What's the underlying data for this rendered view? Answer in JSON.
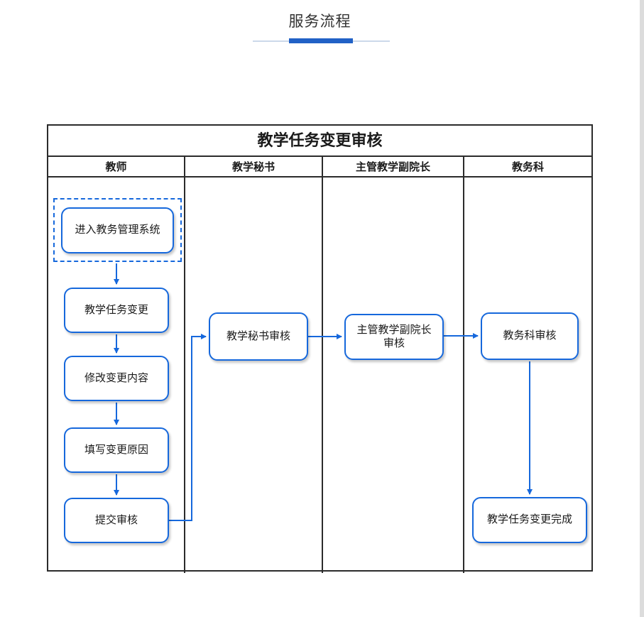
{
  "page": {
    "title": "服务流程"
  },
  "colors": {
    "accent_blue": "#1668dc",
    "underline_bar_blue": "#2161c6",
    "underline_track": "#ccd9ea",
    "frame_border": "#2b2b2b",
    "text": "#1a1a1a"
  },
  "flowchart": {
    "title": "教学任务变更审核",
    "lanes": [
      {
        "label": "教师"
      },
      {
        "label": "教学秘书"
      },
      {
        "label": "主管教学副院长"
      },
      {
        "label": "教务科"
      }
    ],
    "nodes": [
      {
        "id": "enter-system",
        "lane": "教师",
        "label": "进入教务管理系统",
        "style": "dashed-start"
      },
      {
        "id": "teaching-task-change",
        "lane": "教师",
        "label": "教学任务变更"
      },
      {
        "id": "modify-change-content",
        "lane": "教师",
        "label": "修改变更内容"
      },
      {
        "id": "fill-change-reason",
        "lane": "教师",
        "label": "填写变更原因"
      },
      {
        "id": "submit-review",
        "lane": "教师",
        "label": "提交审核"
      },
      {
        "id": "secretary-review",
        "lane": "教学秘书",
        "label": "教学秘书审核"
      },
      {
        "id": "vice-dean-review",
        "lane": "主管教学副院长",
        "label": "主管教学副院长\n审核"
      },
      {
        "id": "academic-affairs-review",
        "lane": "教务科",
        "label": "教务科审核"
      },
      {
        "id": "change-complete",
        "lane": "教务科",
        "label": "教学任务变更完成"
      }
    ],
    "edges": [
      {
        "from": "enter-system",
        "to": "teaching-task-change"
      },
      {
        "from": "teaching-task-change",
        "to": "modify-change-content"
      },
      {
        "from": "modify-change-content",
        "to": "fill-change-reason"
      },
      {
        "from": "fill-change-reason",
        "to": "submit-review"
      },
      {
        "from": "submit-review",
        "to": "secretary-review"
      },
      {
        "from": "secretary-review",
        "to": "vice-dean-review"
      },
      {
        "from": "vice-dean-review",
        "to": "academic-affairs-review"
      },
      {
        "from": "academic-affairs-review",
        "to": "change-complete"
      }
    ]
  }
}
